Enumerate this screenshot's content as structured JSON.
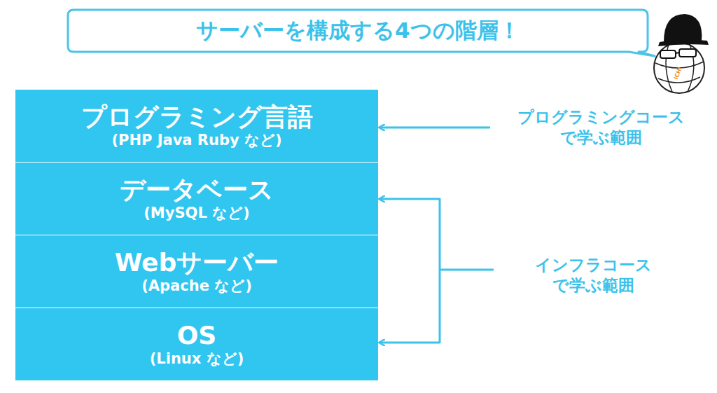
{
  "diagram": {
    "title": "サーバーを構成する4つの階層！",
    "nodes": [
      {
        "text": [
          "プログラミング言語",
          "(PHP Java Ruby など)"
        ]
      },
      {
        "text": [
          "データベース",
          "(MySQL など)"
        ]
      },
      {
        "text": [
          "Webサーバー",
          "(Apache など)"
        ]
      },
      {
        "text": [
          "OS",
          "(Linux など)"
        ]
      }
    ],
    "labels": [
      "ICHI",
      "プログラミングコース で学ぶ範囲",
      "インフラコース で学ぶ範囲"
    ]
  }
}
